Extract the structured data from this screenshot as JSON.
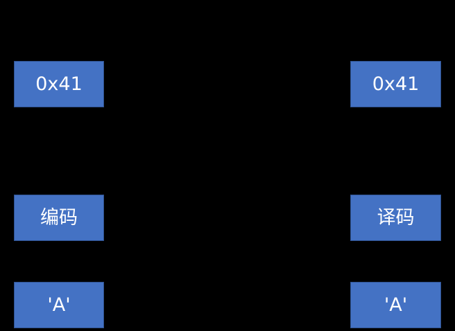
{
  "diagram": {
    "background_color": "#000000",
    "node_fill_color": "#4472C4",
    "node_border_color": "#2F528F",
    "node_text_color": "#FFFFFF",
    "columns": [
      {
        "id": "left",
        "name": "encoding-column",
        "nodes": [
          {
            "id": "hex-left",
            "label": "0x41"
          },
          {
            "id": "op-left",
            "label": "编码"
          },
          {
            "id": "char-left",
            "label": "'A'"
          }
        ]
      },
      {
        "id": "right",
        "name": "decoding-column",
        "nodes": [
          {
            "id": "hex-right",
            "label": "0x41"
          },
          {
            "id": "op-right",
            "label": "译码"
          },
          {
            "id": "char-right",
            "label": "'A'"
          }
        ]
      }
    ]
  }
}
